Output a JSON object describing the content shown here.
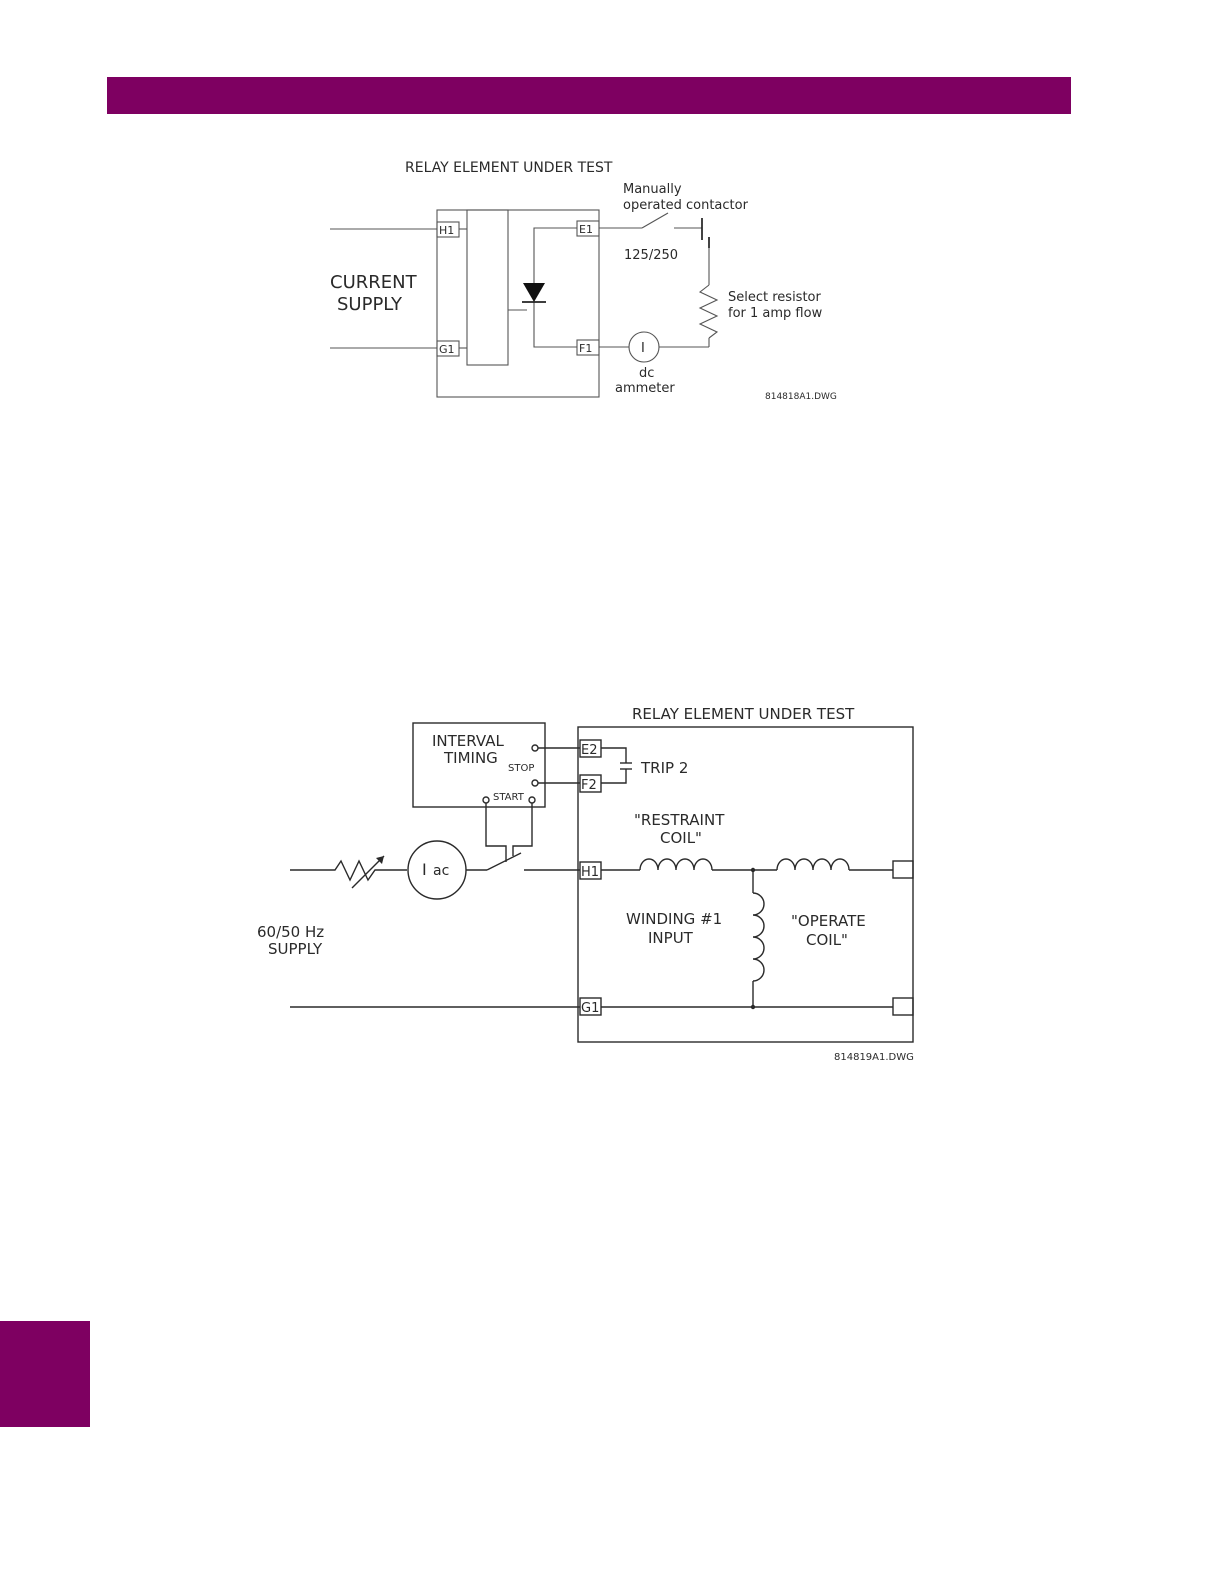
{
  "colors": {
    "accent": "#7e0061",
    "ink": "#2a2a2a"
  },
  "diagram1": {
    "title": "RELAY ELEMENT UNDER TEST",
    "supply_line1": "CURRENT",
    "supply_line2": "SUPPLY",
    "terminal_h1": "H1",
    "terminal_g1": "G1",
    "terminal_e1": "E1",
    "terminal_f1": "F1",
    "contactor_line1": "Manually",
    "contactor_line2": "operated contactor",
    "voltage": "125/250",
    "resistor_line1": "Select resistor",
    "resistor_line2": "for 1 amp flow",
    "ammeter_symbol": "I",
    "ammeter_line1": "dc",
    "ammeter_line2": "ammeter",
    "drawing_number": "814818A1.DWG"
  },
  "diagram2": {
    "title": "RELAY ELEMENT UNDER TEST",
    "timer_line1": "INTERVAL",
    "timer_line2": "TIMING",
    "stop_label": "STOP",
    "start_label": "START",
    "terminal_e2": "E2",
    "terminal_f2": "F2",
    "terminal_h1": "H1",
    "terminal_g1": "G1",
    "trip_label": "TRIP 2",
    "restraint_line1": "\"RESTRAINT",
    "restraint_line2": "COIL\"",
    "winding_line1": "WINDING #1",
    "winding_line2": "INPUT",
    "operate_line1": "\"OPERATE",
    "operate_line2": "COIL\"",
    "ammeter_symbol": "I",
    "ammeter_subscript": "ac",
    "supply_line1": "60/50 Hz",
    "supply_line2": "SUPPLY",
    "drawing_number": "814819A1.DWG"
  }
}
